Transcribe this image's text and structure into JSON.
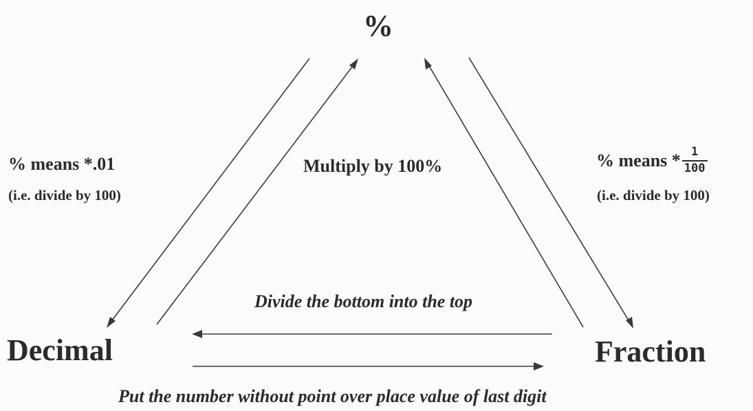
{
  "nodes": {
    "percent": "%",
    "decimal": "Decimal",
    "fraction": "Fraction"
  },
  "labels": {
    "left_line1": "% means *.01",
    "left_line2": "(i.e. divide by 100)",
    "center": "Multiply by 100%",
    "right_prefix": "% means *",
    "right_numerator": "1",
    "right_denominator": "100",
    "right_line2": "(i.e. divide by 100)",
    "fraction_to_decimal": "Divide the bottom into the top",
    "decimal_to_fraction": "Put the number without point over place value of last digit"
  },
  "colors": {
    "background": "#fbfbfb",
    "ink": "#2b2b2b"
  }
}
